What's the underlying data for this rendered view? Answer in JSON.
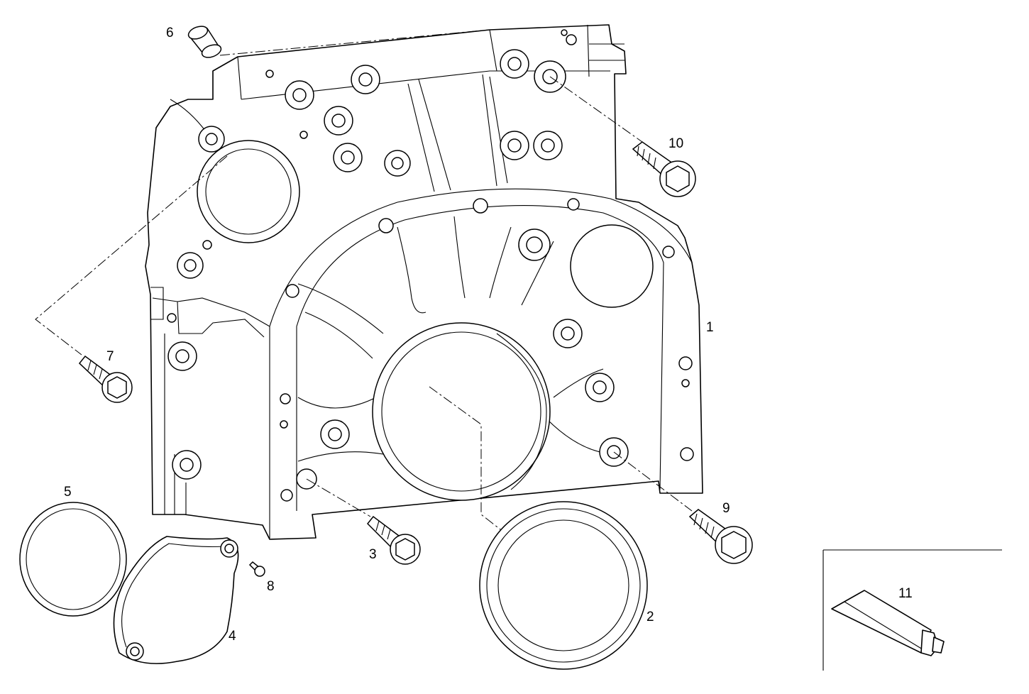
{
  "callouts": {
    "p1": "1",
    "p2": "2",
    "p3": "3",
    "p4": "4",
    "p5": "5",
    "p6": "6",
    "p7": "7",
    "p8": "8",
    "p9": "9",
    "p10": "10",
    "p11": "11"
  }
}
